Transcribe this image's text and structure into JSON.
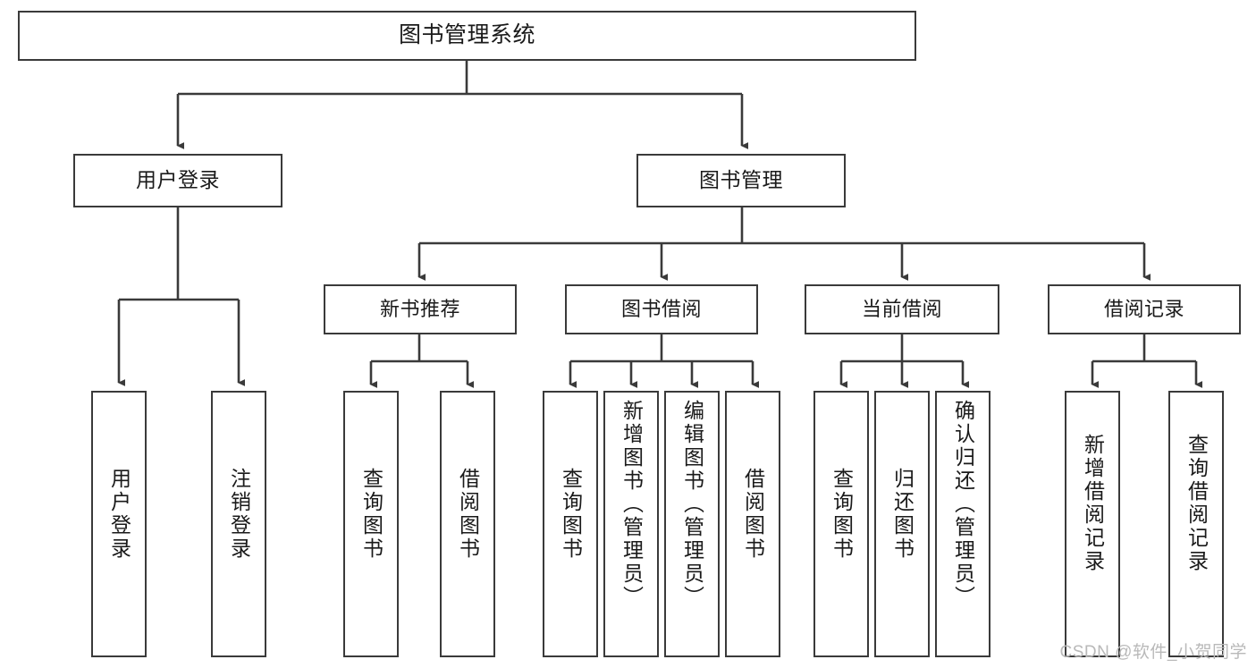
{
  "diagram": {
    "title_node": {
      "label": "图书管理系统"
    },
    "level2": [
      {
        "id": "user-login",
        "label": "用户登录"
      },
      {
        "id": "book-manage",
        "label": "图书管理"
      }
    ],
    "level3": [
      {
        "id": "new-book-recommend",
        "label": "新书推荐"
      },
      {
        "id": "book-borrow",
        "label": "图书借阅"
      },
      {
        "id": "current-borrow",
        "label": "当前借阅"
      },
      {
        "id": "borrow-record",
        "label": "借阅记录"
      }
    ],
    "leaves": {
      "user_login": [
        {
          "id": "leaf-user-login",
          "label": "用户登录"
        },
        {
          "id": "leaf-logout-login",
          "label": "注销登录"
        }
      ],
      "new_book_recommend": [
        {
          "id": "leaf-query-book-1",
          "label": "查询图书"
        },
        {
          "id": "leaf-borrow-book-1",
          "label": "借阅图书"
        }
      ],
      "book_borrow": [
        {
          "id": "leaf-query-book-2",
          "label": "查询图书"
        },
        {
          "id": "leaf-add-book",
          "label": "新增图书（管理员）"
        },
        {
          "id": "leaf-edit-book",
          "label": "编辑图书（管理员）"
        },
        {
          "id": "leaf-borrow-book-2",
          "label": "借阅图书"
        }
      ],
      "current_borrow": [
        {
          "id": "leaf-query-book-3",
          "label": "查询图书"
        },
        {
          "id": "leaf-return-book",
          "label": "归还图书"
        },
        {
          "id": "leaf-confirm-return",
          "label": "确认归还（管理员）"
        }
      ],
      "borrow_record": [
        {
          "id": "leaf-add-record",
          "label": "新增借阅记录"
        },
        {
          "id": "leaf-query-record",
          "label": "查询借阅记录"
        }
      ]
    }
  },
  "watermark": {
    "text": "CSDN @软件_小贺同学"
  },
  "colors": {
    "border": "#3a3a3a",
    "text": "#1a1a1a",
    "background": "#ffffff",
    "connector": "#3a3a3a",
    "watermark": "#b9b9b9"
  }
}
